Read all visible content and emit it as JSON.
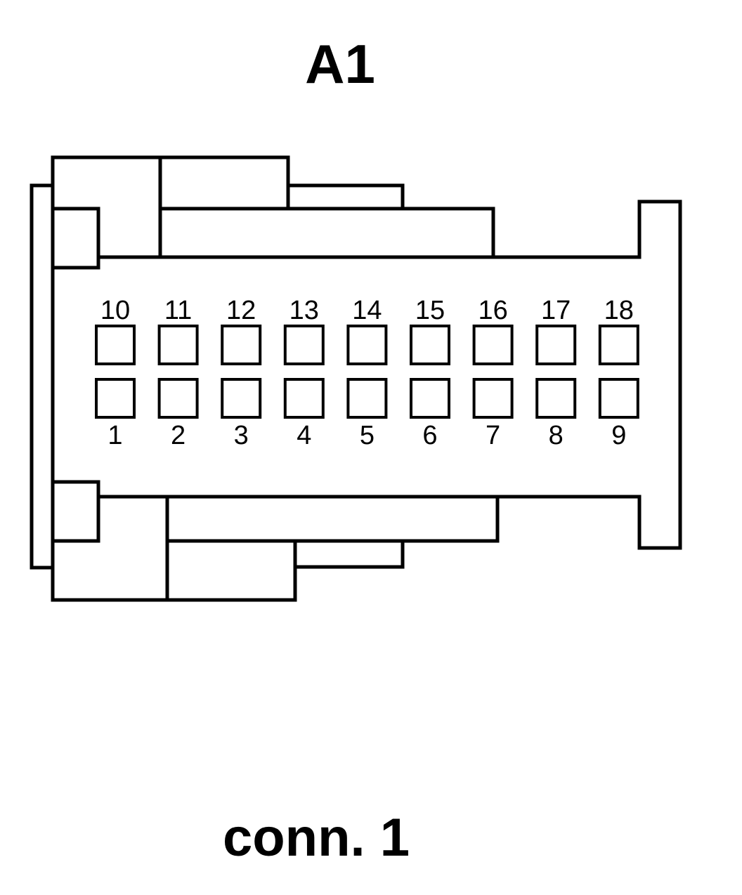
{
  "title": "A1",
  "caption": "conn. 1",
  "connector": {
    "top_row_pins": [
      "10",
      "11",
      "12",
      "13",
      "14",
      "15",
      "16",
      "17",
      "18"
    ],
    "bottom_row_pins": [
      "1",
      "2",
      "3",
      "4",
      "5",
      "6",
      "7",
      "8",
      "9"
    ]
  },
  "colors": {
    "line": "#000000",
    "background": "#ffffff"
  }
}
